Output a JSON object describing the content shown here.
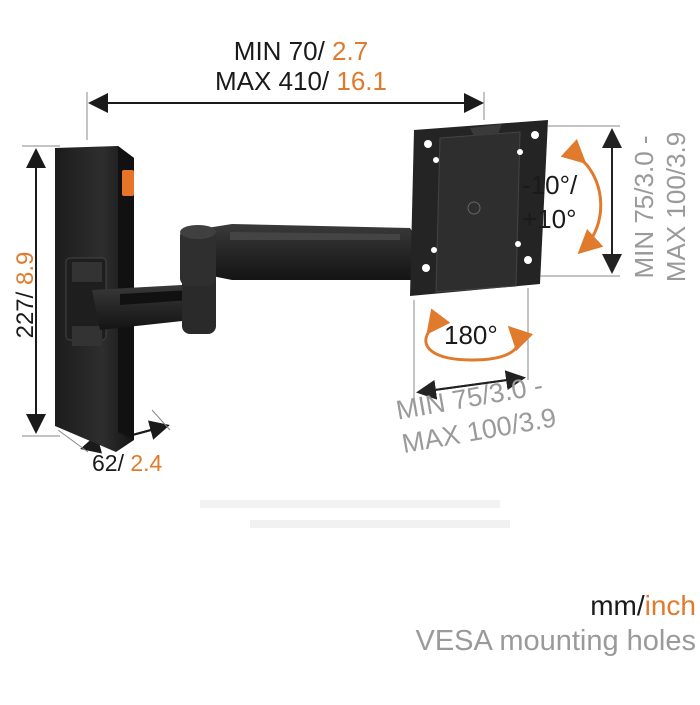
{
  "dimensions": {
    "arm_extension": {
      "min_mm": "MIN 70/",
      "min_in": "2.7",
      "max_mm": "MAX 410/",
      "max_in": "16.1"
    },
    "wall_plate_height": {
      "mm": "227/",
      "in": "8.9"
    },
    "wall_plate_depth": {
      "mm": "62/",
      "in": "2.4"
    },
    "tilt": {
      "up": "-10°/",
      "down": "+10°"
    },
    "swivel": {
      "angle": "180°"
    },
    "vesa_horizontal": {
      "min_mm": "MIN 75",
      "min_in": "/3.0 -",
      "max_mm": "MAX 100",
      "max_in": "/3.9"
    },
    "vesa_vertical": {
      "min_mm": "MIN 75",
      "min_in": "/3.0 -",
      "max_mm": "MAX 100",
      "max_in": "/3.9"
    }
  },
  "legend": {
    "unit_mm": "mm/",
    "unit_inch": "inch",
    "note": "VESA mounting holes"
  },
  "colors": {
    "metric_text": "#1a1a1a",
    "imperial_accent": "#e07a2c",
    "vesa_text": "#9a9a9a",
    "product_body": "#2b2b2b",
    "rotation_arrow": "#e07a2c"
  }
}
